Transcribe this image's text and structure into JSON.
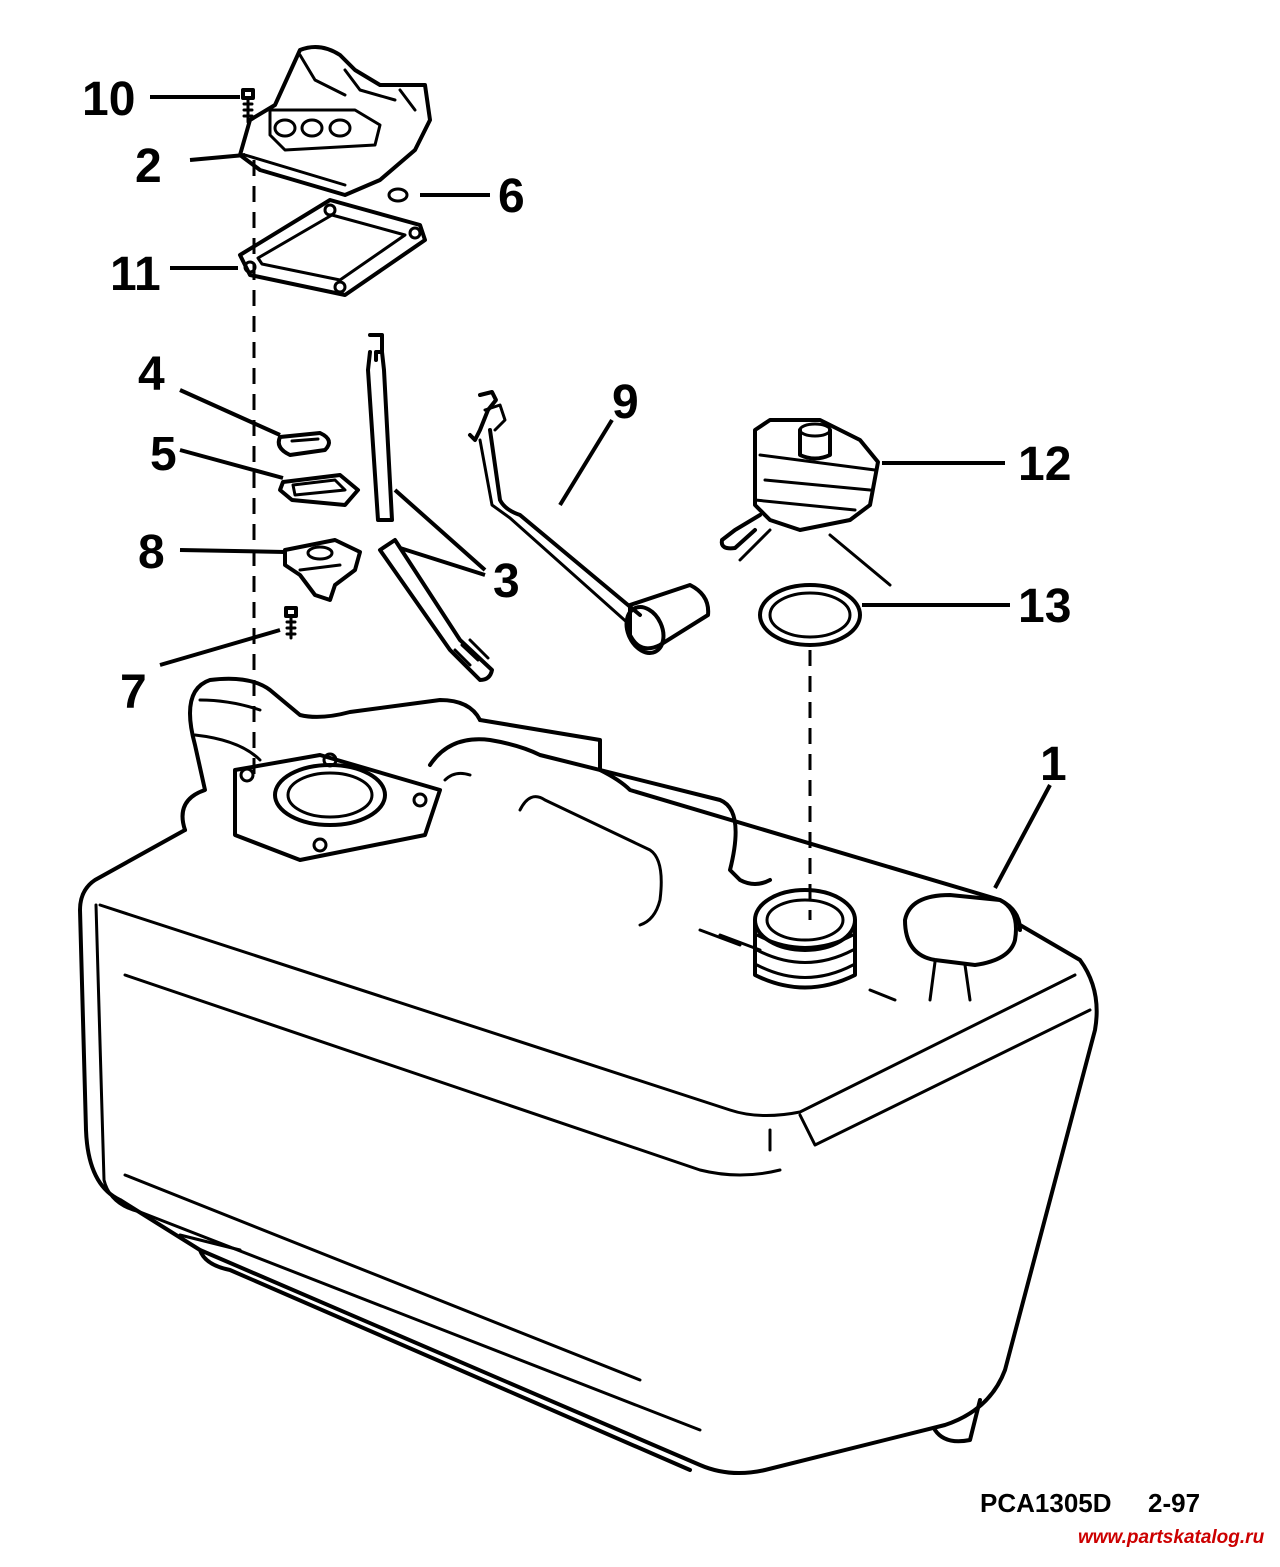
{
  "callouts": {
    "c1": "1",
    "c2": "2",
    "c3": "3",
    "c4": "4",
    "c5": "5",
    "c6": "6",
    "c7": "7",
    "c8": "8",
    "c9": "9",
    "c10": "10",
    "c11": "11",
    "c12": "12",
    "c13": "13"
  },
  "footer": {
    "code": "PCA1305D",
    "date": "2-97",
    "watermark": "www.partskatalog.ru"
  },
  "colors": {
    "ink": "#000000",
    "background": "#ffffff",
    "watermark": "#cc0000"
  }
}
